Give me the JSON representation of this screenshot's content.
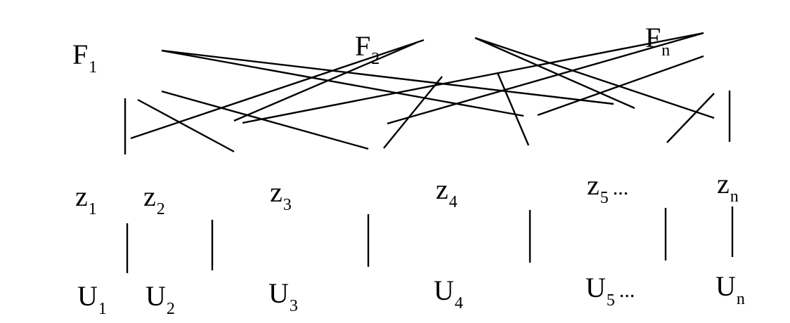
{
  "factors": [
    {
      "main": "F",
      "sub": "1"
    },
    {
      "main": "F",
      "sub": "2"
    },
    {
      "main": "F",
      "sub": "n"
    }
  ],
  "z_nodes": [
    {
      "main": "z",
      "sub": "1",
      "suffix": ""
    },
    {
      "main": "z",
      "sub": "2",
      "suffix": ""
    },
    {
      "main": "z",
      "sub": "3",
      "suffix": ""
    },
    {
      "main": "z",
      "sub": "4",
      "suffix": ""
    },
    {
      "main": "z",
      "sub": "5",
      "suffix": "..."
    },
    {
      "main": "z",
      "sub": "n",
      "suffix": ""
    }
  ],
  "u_nodes": [
    {
      "main": "U",
      "sub": "1",
      "suffix": ""
    },
    {
      "main": "U",
      "sub": "2",
      "suffix": ""
    },
    {
      "main": "U",
      "sub": "3",
      "suffix": ""
    },
    {
      "main": "U",
      "sub": "4",
      "suffix": ""
    },
    {
      "main": "U",
      "sub": "5",
      "suffix": "..."
    },
    {
      "main": "U",
      "sub": "n",
      "suffix": ""
    }
  ],
  "colors": {
    "ink": "#000000",
    "background": "#ffffff"
  }
}
